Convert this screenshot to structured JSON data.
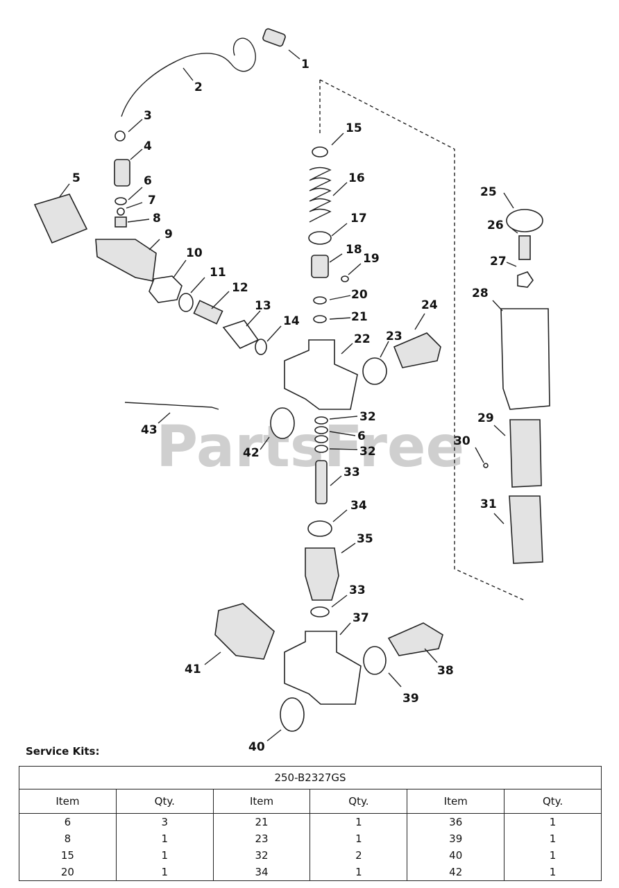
{
  "diagram": {
    "watermark": "PartsFree",
    "callouts": [
      "1",
      "2",
      "3",
      "4",
      "5",
      "6",
      "7",
      "8",
      "9",
      "10",
      "11",
      "12",
      "13",
      "14",
      "15",
      "16",
      "17",
      "18",
      "19",
      "20",
      "21",
      "22",
      "23",
      "24",
      "25",
      "26",
      "27",
      "28",
      "29",
      "30",
      "31",
      "32",
      "6",
      "32",
      "33",
      "34",
      "35",
      "33",
      "37",
      "38",
      "39",
      "40",
      "41",
      "42",
      "43"
    ]
  },
  "service_kits": {
    "title": "Service Kits:",
    "kit_number": "250-B2327GS",
    "headers": [
      "Item",
      "Qty.",
      "Item",
      "Qty.",
      "Item",
      "Qty."
    ],
    "rows": [
      [
        "6",
        "3",
        "21",
        "1",
        "36",
        "1"
      ],
      [
        "8",
        "1",
        "23",
        "1",
        "39",
        "1"
      ],
      [
        "15",
        "1",
        "32",
        "2",
        "40",
        "1"
      ],
      [
        "20",
        "1",
        "34",
        "1",
        "42",
        "1"
      ]
    ]
  }
}
